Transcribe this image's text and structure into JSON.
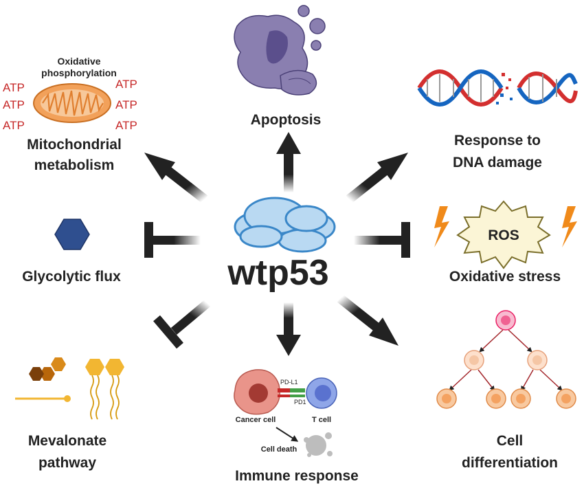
{
  "center": {
    "label": "wtp53"
  },
  "nodes": {
    "apoptosis": {
      "label": "Apoptosis",
      "effect": "activates"
    },
    "mitochondrial": {
      "label_line1": "Mitochondrial",
      "label_line2": "metabolism",
      "effect": "activates",
      "sub_line1": "Oxidative",
      "sub_line2": "phosphorylation",
      "atp": [
        "ATP",
        "ATP",
        "ATP",
        "ATP",
        "ATP",
        "ATP"
      ]
    },
    "dna": {
      "label_line1": "Response to",
      "label_line2": "DNA damage",
      "effect": "activates"
    },
    "glycolytic": {
      "label": "Glycolytic flux",
      "effect": "inhibits"
    },
    "oxidative": {
      "label": "Oxidative stress",
      "ros": "ROS",
      "effect": "inhibits"
    },
    "mevalonate": {
      "label_line1": "Mevalonate",
      "label_line2": "pathway",
      "effect": "inhibits"
    },
    "immune": {
      "label": "Immune response",
      "effect": "activates",
      "cancer_cell": "Cancer cell",
      "t_cell": "T cell",
      "pdl1": "PD-L1",
      "pd1": "PD1",
      "cell_death": "Cell death"
    },
    "differentiation": {
      "label_line1": "Cell",
      "label_line2": "differentiation",
      "effect": "activates"
    }
  },
  "colors": {
    "arrow": "#222222",
    "atp": "#c62828",
    "cloud_fill": "#b9d9f2",
    "cloud_stroke": "#3a87c8",
    "mito": "#f2a15a",
    "apoptosis": "#8a7fb0",
    "dna_red": "#d32f2f",
    "dna_blue": "#1565c0",
    "hexagon": "#2f4f8f",
    "ros_fill": "#fbf5d6",
    "lightning": "#f08a1a",
    "cancer_cell": "#e9948a",
    "t_cell": "#8fa6e8",
    "diff_root": "#f06292",
    "diff_cell": "#f4b183"
  }
}
